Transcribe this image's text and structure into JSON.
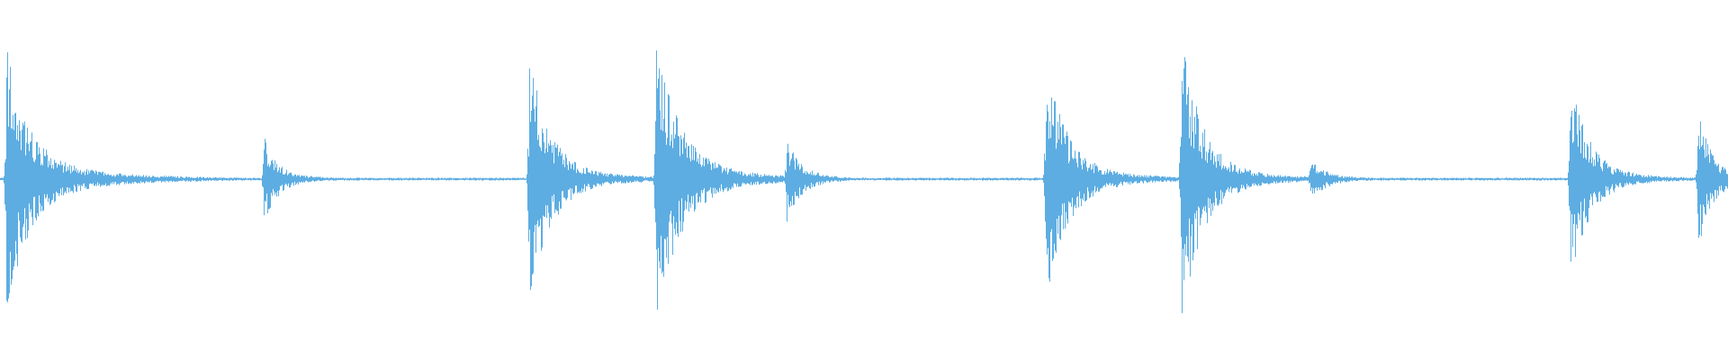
{
  "chart_data": {
    "type": "waveform",
    "orientation": "horizontal",
    "x_unit": "fraction-of-duration",
    "y_unit": "normalized-amplitude",
    "ylim": [
      -1,
      1
    ],
    "grid": false,
    "legend": "none",
    "color": "#5dade2",
    "baseline_amplitude": 0.01,
    "events": [
      {
        "t": 0.0035,
        "amp_pos": 0.85,
        "amp_neg": 0.88,
        "decay": 0.035,
        "tail_amp": 0.12,
        "kind": "burst"
      },
      {
        "t": 0.1525,
        "amp_pos": 0.3,
        "amp_neg": 0.31,
        "decay": 0.022,
        "tail_amp": 0.03,
        "kind": "pulse"
      },
      {
        "t": 0.306,
        "amp_pos": 0.87,
        "amp_neg": 0.9,
        "decay": 0.032,
        "tail_amp": 0.07,
        "kind": "burst"
      },
      {
        "t": 0.3795,
        "amp_pos": 0.89,
        "amp_neg": 0.93,
        "decay": 0.04,
        "tail_amp": 0.07,
        "kind": "burst"
      },
      {
        "t": 0.455,
        "amp_pos": 0.28,
        "amp_neg": 0.3,
        "decay": 0.022,
        "tail_amp": 0.03,
        "kind": "pulse"
      },
      {
        "t": 0.605,
        "amp_pos": 0.77,
        "amp_neg": 0.79,
        "decay": 0.035,
        "tail_amp": 0.06,
        "kind": "burst"
      },
      {
        "t": 0.6835,
        "amp_pos": 0.96,
        "amp_neg": 0.98,
        "decay": 0.033,
        "tail_amp": 0.07,
        "kind": "burst"
      },
      {
        "t": 0.758,
        "amp_pos": 0.12,
        "amp_neg": 0.13,
        "decay": 0.025,
        "tail_amp": 0.02,
        "kind": "pulse"
      },
      {
        "t": 0.9085,
        "amp_pos": 0.68,
        "amp_neg": 0.7,
        "decay": 0.03,
        "tail_amp": 0.05,
        "kind": "burst"
      },
      {
        "t": 0.9825,
        "amp_pos": 0.45,
        "amp_neg": 0.47,
        "decay": 0.02,
        "tail_amp": 0.06,
        "kind": "burst"
      }
    ]
  }
}
